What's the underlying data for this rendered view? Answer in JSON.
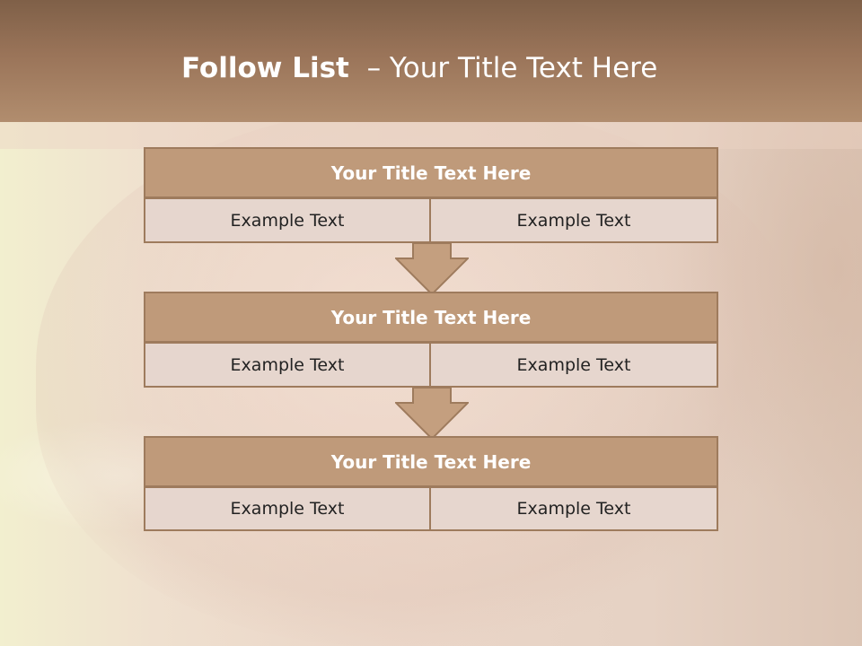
{
  "slide": {
    "title_bold": "Follow List",
    "title_rest": "– Your Title Text Here"
  },
  "blocks": [
    {
      "title": "Your Title Text Here",
      "left": "Example Text",
      "right": "Example Text"
    },
    {
      "title": "Your Title Text Here",
      "left": "Example Text",
      "right": "Example Text"
    },
    {
      "title": "Your Title Text Here",
      "left": "Example Text",
      "right": "Example Text"
    }
  ],
  "colors": {
    "header": "#9a7459",
    "block_title": "#bf9a7a",
    "block_cell": "#e6d6ce",
    "border": "#9e7b5d"
  }
}
